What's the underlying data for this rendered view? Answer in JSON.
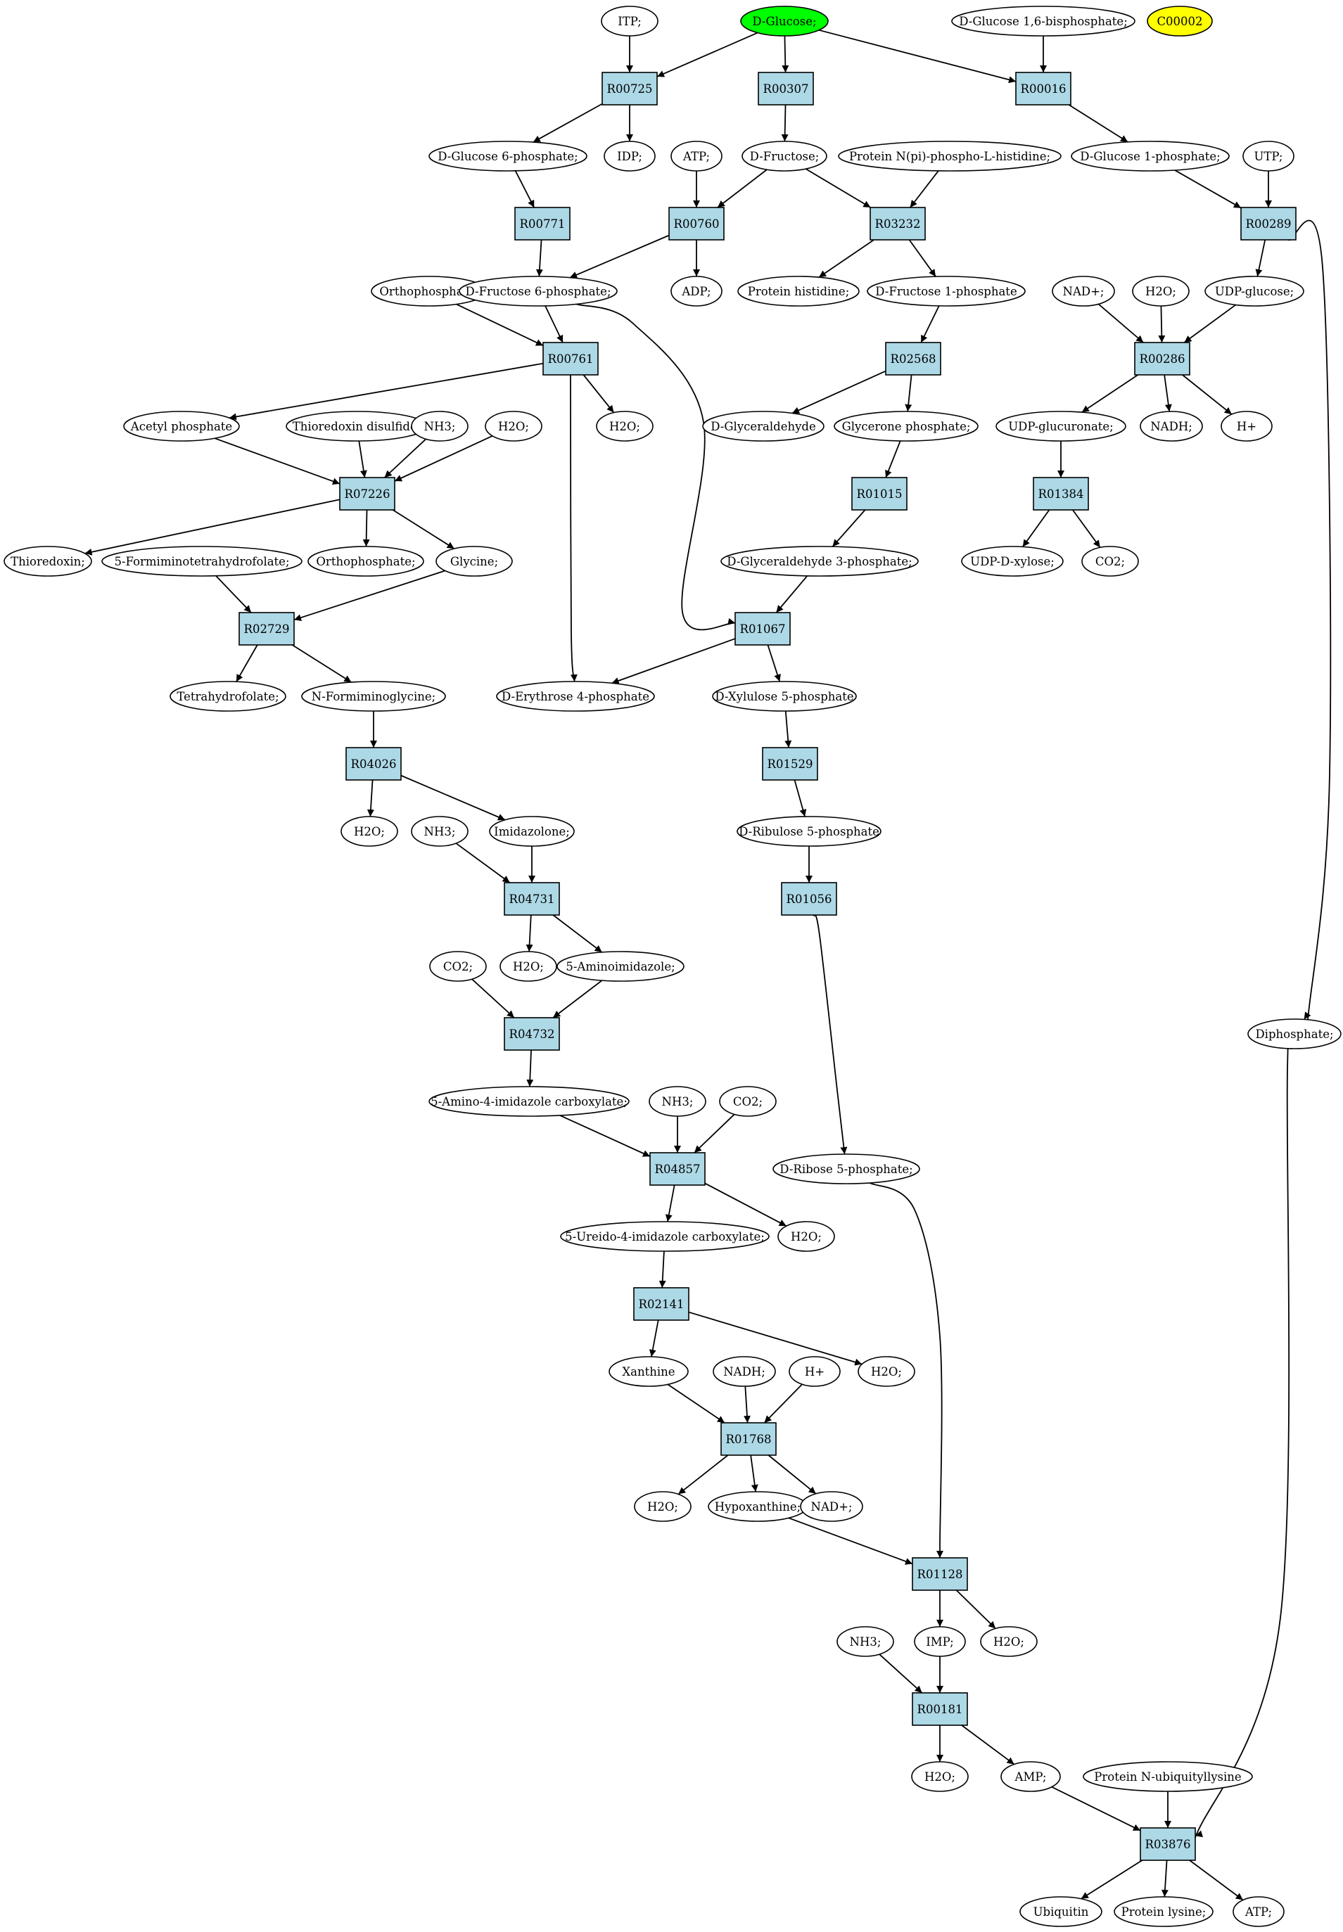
{
  "colors": {
    "reaction_fill": "#add8e6",
    "compound_fill": "#ffffff",
    "start_fill": "#00ff00",
    "highlight_fill": "#ffff00",
    "edge": "#000000"
  },
  "nodes": [
    {
      "id": "itp",
      "kind": "compound",
      "label": "ITP;"
    },
    {
      "id": "dglucose",
      "kind": "compound",
      "label": "D-Glucose;",
      "style": "start"
    },
    {
      "id": "dg16bp",
      "kind": "compound",
      "label": "D-Glucose 1,6-bisphosphate;"
    },
    {
      "id": "c00002",
      "kind": "compound",
      "label": "C00002",
      "style": "highlight"
    },
    {
      "id": "R00725",
      "kind": "reaction",
      "label": "R00725"
    },
    {
      "id": "R00307",
      "kind": "reaction",
      "label": "R00307"
    },
    {
      "id": "R00016",
      "kind": "reaction",
      "label": "R00016"
    },
    {
      "id": "dg6p",
      "kind": "compound",
      "label": "D-Glucose 6-phosphate;"
    },
    {
      "id": "idp",
      "kind": "compound",
      "label": "IDP;"
    },
    {
      "id": "atp1",
      "kind": "compound",
      "label": "ATP;"
    },
    {
      "id": "dfructose",
      "kind": "compound",
      "label": "D-Fructose;"
    },
    {
      "id": "protnph",
      "kind": "compound",
      "label": "Protein N(pi)-phospho-L-histidine;"
    },
    {
      "id": "dg1p",
      "kind": "compound",
      "label": "D-Glucose 1-phosphate;"
    },
    {
      "id": "utp",
      "kind": "compound",
      "label": "UTP;"
    },
    {
      "id": "R00771",
      "kind": "reaction",
      "label": "R00771"
    },
    {
      "id": "R00760",
      "kind": "reaction",
      "label": "R00760"
    },
    {
      "id": "R03232",
      "kind": "reaction",
      "label": "R03232"
    },
    {
      "id": "R00289",
      "kind": "reaction",
      "label": "R00289"
    },
    {
      "id": "orthop1",
      "kind": "compound",
      "label": "Orthophosphate;"
    },
    {
      "id": "df6p",
      "kind": "compound",
      "label": "D-Fructose 6-phosphate;"
    },
    {
      "id": "adp",
      "kind": "compound",
      "label": "ADP;"
    },
    {
      "id": "prothis",
      "kind": "compound",
      "label": "Protein histidine;"
    },
    {
      "id": "df1p",
      "kind": "compound",
      "label": "D-Fructose 1-phosphate"
    },
    {
      "id": "nadp1",
      "kind": "compound",
      "label": "NAD+;"
    },
    {
      "id": "h2o_a",
      "kind": "compound",
      "label": "H2O;"
    },
    {
      "id": "udpglc",
      "kind": "compound",
      "label": "UDP-glucose;"
    },
    {
      "id": "R00761",
      "kind": "reaction",
      "label": "R00761"
    },
    {
      "id": "R02568",
      "kind": "reaction",
      "label": "R02568"
    },
    {
      "id": "R00286",
      "kind": "reaction",
      "label": "R00286"
    },
    {
      "id": "acetylp",
      "kind": "compound",
      "label": "Acetyl phosphate"
    },
    {
      "id": "thiodis",
      "kind": "compound",
      "label": "Thioredoxin disulfide;"
    },
    {
      "id": "nh3_a",
      "kind": "compound",
      "label": "NH3;"
    },
    {
      "id": "h2o_b",
      "kind": "compound",
      "label": "H2O;"
    },
    {
      "id": "h2o_c",
      "kind": "compound",
      "label": "H2O;"
    },
    {
      "id": "dglyald",
      "kind": "compound",
      "label": "D-Glyceraldehyde"
    },
    {
      "id": "glyceronep",
      "kind": "compound",
      "label": "Glycerone phosphate;"
    },
    {
      "id": "udpgluc",
      "kind": "compound",
      "label": "UDP-glucuronate;"
    },
    {
      "id": "nadh1",
      "kind": "compound",
      "label": "NADH;"
    },
    {
      "id": "hplus1",
      "kind": "compound",
      "label": "H+"
    },
    {
      "id": "R07226",
      "kind": "reaction",
      "label": "R07226"
    },
    {
      "id": "R01015",
      "kind": "reaction",
      "label": "R01015"
    },
    {
      "id": "R01384",
      "kind": "reaction",
      "label": "R01384"
    },
    {
      "id": "thioredoxin",
      "kind": "compound",
      "label": "Thioredoxin;"
    },
    {
      "id": "formthf",
      "kind": "compound",
      "label": "5-Formiminotetrahydrofolate;"
    },
    {
      "id": "orthop2",
      "kind": "compound",
      "label": "Orthophosphate;"
    },
    {
      "id": "glycine",
      "kind": "compound",
      "label": "Glycine;"
    },
    {
      "id": "dga3p",
      "kind": "compound",
      "label": "D-Glyceraldehyde 3-phosphate;"
    },
    {
      "id": "udpxyl",
      "kind": "compound",
      "label": "UDP-D-xylose;"
    },
    {
      "id": "co2_a",
      "kind": "compound",
      "label": "CO2;"
    },
    {
      "id": "R02729",
      "kind": "reaction",
      "label": "R02729"
    },
    {
      "id": "R01067",
      "kind": "reaction",
      "label": "R01067"
    },
    {
      "id": "thf",
      "kind": "compound",
      "label": "Tetrahydrofolate;"
    },
    {
      "id": "nformgly",
      "kind": "compound",
      "label": "N-Formiminoglycine;"
    },
    {
      "id": "de4p",
      "kind": "compound",
      "label": "D-Erythrose 4-phosphate"
    },
    {
      "id": "dx5p",
      "kind": "compound",
      "label": "D-Xylulose 5-phosphate"
    },
    {
      "id": "R04026",
      "kind": "reaction",
      "label": "R04026"
    },
    {
      "id": "R01529",
      "kind": "reaction",
      "label": "R01529"
    },
    {
      "id": "h2o_d",
      "kind": "compound",
      "label": "H2O;"
    },
    {
      "id": "nh3_b",
      "kind": "compound",
      "label": "NH3;"
    },
    {
      "id": "imidazolone",
      "kind": "compound",
      "label": "Imidazolone;"
    },
    {
      "id": "dru5p",
      "kind": "compound",
      "label": "D-Ribulose 5-phosphate"
    },
    {
      "id": "R04731",
      "kind": "reaction",
      "label": "R04731"
    },
    {
      "id": "R01056",
      "kind": "reaction",
      "label": "R01056"
    },
    {
      "id": "co2_b",
      "kind": "compound",
      "label": "CO2;"
    },
    {
      "id": "h2o_e",
      "kind": "compound",
      "label": "H2O;"
    },
    {
      "id": "aminoimid",
      "kind": "compound",
      "label": "5-Aminoimidazole;"
    },
    {
      "id": "diphosphate",
      "kind": "compound",
      "label": "Diphosphate;"
    },
    {
      "id": "R04732",
      "kind": "reaction",
      "label": "R04732"
    },
    {
      "id": "aminoimcarb",
      "kind": "compound",
      "label": "5-Amino-4-imidazole carboxylate;"
    },
    {
      "id": "nh3_c",
      "kind": "compound",
      "label": "NH3;"
    },
    {
      "id": "co2_c",
      "kind": "compound",
      "label": "CO2;"
    },
    {
      "id": "R04857",
      "kind": "reaction",
      "label": "R04857"
    },
    {
      "id": "dr5p",
      "kind": "compound",
      "label": "D-Ribose 5-phosphate;"
    },
    {
      "id": "ureidoimcarb",
      "kind": "compound",
      "label": "5-Ureido-4-imidazole carboxylate;"
    },
    {
      "id": "h2o_f",
      "kind": "compound",
      "label": "H2O;"
    },
    {
      "id": "R02141",
      "kind": "reaction",
      "label": "R02141"
    },
    {
      "id": "xanthine",
      "kind": "compound",
      "label": "Xanthine"
    },
    {
      "id": "nadh2",
      "kind": "compound",
      "label": "NADH;"
    },
    {
      "id": "hplus2",
      "kind": "compound",
      "label": "H+"
    },
    {
      "id": "h2o_g",
      "kind": "compound",
      "label": "H2O;"
    },
    {
      "id": "R01768",
      "kind": "reaction",
      "label": "R01768"
    },
    {
      "id": "h2o_h",
      "kind": "compound",
      "label": "H2O;"
    },
    {
      "id": "hypoxanthine",
      "kind": "compound",
      "label": "Hypoxanthine;"
    },
    {
      "id": "nadp2",
      "kind": "compound",
      "label": "NAD+;"
    },
    {
      "id": "R01128",
      "kind": "reaction",
      "label": "R01128"
    },
    {
      "id": "nh3_d",
      "kind": "compound",
      "label": "NH3;"
    },
    {
      "id": "imp",
      "kind": "compound",
      "label": "IMP;"
    },
    {
      "id": "h2o_i",
      "kind": "compound",
      "label": "H2O;"
    },
    {
      "id": "R00181",
      "kind": "reaction",
      "label": "R00181"
    },
    {
      "id": "h2o_j",
      "kind": "compound",
      "label": "H2O;"
    },
    {
      "id": "amp",
      "kind": "compound",
      "label": "AMP;"
    },
    {
      "id": "protnubq",
      "kind": "compound",
      "label": "Protein N-ubiquityllysine"
    },
    {
      "id": "R03876",
      "kind": "reaction",
      "label": "R03876"
    },
    {
      "id": "ubiquitin",
      "kind": "compound",
      "label": "Ubiquitin"
    },
    {
      "id": "protlys",
      "kind": "compound",
      "label": "Protein lysine;"
    },
    {
      "id": "atp2",
      "kind": "compound",
      "label": "ATP;"
    }
  ],
  "edges": [
    [
      "dglucose",
      "R00725"
    ],
    [
      "itp",
      "R00725"
    ],
    [
      "dglucose",
      "R00307"
    ],
    [
      "dglucose",
      "R00016"
    ],
    [
      "dg16bp",
      "R00016"
    ],
    [
      "R00725",
      "dg6p"
    ],
    [
      "R00725",
      "idp"
    ],
    [
      "R00307",
      "dfructose"
    ],
    [
      "R00016",
      "dg1p"
    ],
    [
      "dg6p",
      "R00771"
    ],
    [
      "atp1",
      "R00760"
    ],
    [
      "dfructose",
      "R00760"
    ],
    [
      "dfructose",
      "R03232"
    ],
    [
      "protnph",
      "R03232"
    ],
    [
      "dg1p",
      "R00289"
    ],
    [
      "utp",
      "R00289"
    ],
    [
      "R00771",
      "df6p"
    ],
    [
      "R00760",
      "df6p"
    ],
    [
      "R00760",
      "adp"
    ],
    [
      "R03232",
      "prothis"
    ],
    [
      "R03232",
      "df1p"
    ],
    [
      "R00289",
      "udpglc"
    ],
    [
      "orthop1",
      "R00761"
    ],
    [
      "df6p",
      "R00761"
    ],
    [
      "df1p",
      "R02568"
    ],
    [
      "nadp1",
      "R00286"
    ],
    [
      "h2o_a",
      "R00286"
    ],
    [
      "udpglc",
      "R00286"
    ],
    [
      "R00761",
      "acetylp"
    ],
    [
      "R00761",
      "h2o_c"
    ],
    [
      "R02568",
      "dglyald"
    ],
    [
      "R02568",
      "glyceronep"
    ],
    [
      "R00286",
      "udpgluc"
    ],
    [
      "R00286",
      "nadh1"
    ],
    [
      "R00286",
      "hplus1"
    ],
    [
      "acetylp",
      "R07226"
    ],
    [
      "thiodis",
      "R07226"
    ],
    [
      "nh3_a",
      "R07226"
    ],
    [
      "h2o_b",
      "R07226"
    ],
    [
      "glyceronep",
      "R01015"
    ],
    [
      "udpgluc",
      "R01384"
    ],
    [
      "R07226",
      "thioredoxin"
    ],
    [
      "R07226",
      "orthop2"
    ],
    [
      "R07226",
      "glycine"
    ],
    [
      "R01015",
      "dga3p"
    ],
    [
      "R01384",
      "udpxyl"
    ],
    [
      "R01384",
      "co2_a"
    ],
    [
      "formthf",
      "R02729"
    ],
    [
      "glycine",
      "R02729"
    ],
    [
      "dga3p",
      "R01067"
    ],
    [
      "df6p",
      "R01067"
    ],
    [
      "R02729",
      "thf"
    ],
    [
      "R02729",
      "nformgly"
    ],
    [
      "R01067",
      "de4p"
    ],
    [
      "R00761",
      "de4p"
    ],
    [
      "R01067",
      "dx5p"
    ],
    [
      "nformgly",
      "R04026"
    ],
    [
      "dx5p",
      "R01529"
    ],
    [
      "R04026",
      "h2o_d"
    ],
    [
      "R04026",
      "imidazolone"
    ],
    [
      "R01529",
      "dru5p"
    ],
    [
      "nh3_b",
      "R04731"
    ],
    [
      "imidazolone",
      "R04731"
    ],
    [
      "dru5p",
      "R01056"
    ],
    [
      "R04731",
      "h2o_e"
    ],
    [
      "R04731",
      "aminoimid"
    ],
    [
      "co2_b",
      "R04732"
    ],
    [
      "aminoimid",
      "R04732"
    ],
    [
      "R00289",
      "diphosphate"
    ],
    [
      "R04732",
      "aminoimcarb"
    ],
    [
      "aminoimcarb",
      "R04857"
    ],
    [
      "nh3_c",
      "R04857"
    ],
    [
      "co2_c",
      "R04857"
    ],
    [
      "R01056",
      "dr5p"
    ],
    [
      "R04857",
      "ureidoimcarb"
    ],
    [
      "R04857",
      "h2o_f"
    ],
    [
      "ureidoimcarb",
      "R02141"
    ],
    [
      "R02141",
      "xanthine"
    ],
    [
      "R02141",
      "h2o_g"
    ],
    [
      "xanthine",
      "R01768"
    ],
    [
      "nadh2",
      "R01768"
    ],
    [
      "hplus2",
      "R01768"
    ],
    [
      "R01768",
      "h2o_h"
    ],
    [
      "R01768",
      "hypoxanthine"
    ],
    [
      "R01768",
      "nadp2"
    ],
    [
      "hypoxanthine",
      "R01128"
    ],
    [
      "dr5p",
      "R01128"
    ],
    [
      "R01128",
      "imp"
    ],
    [
      "R01128",
      "h2o_i"
    ],
    [
      "nh3_d",
      "R00181"
    ],
    [
      "imp",
      "R00181"
    ],
    [
      "R00181",
      "h2o_j"
    ],
    [
      "R00181",
      "amp"
    ],
    [
      "amp",
      "R03876"
    ],
    [
      "protnubq",
      "R03876"
    ],
    [
      "diphosphate",
      "R03876"
    ],
    [
      "R03876",
      "ubiquitin"
    ],
    [
      "R03876",
      "protlys"
    ],
    [
      "R03876",
      "atp2"
    ]
  ]
}
